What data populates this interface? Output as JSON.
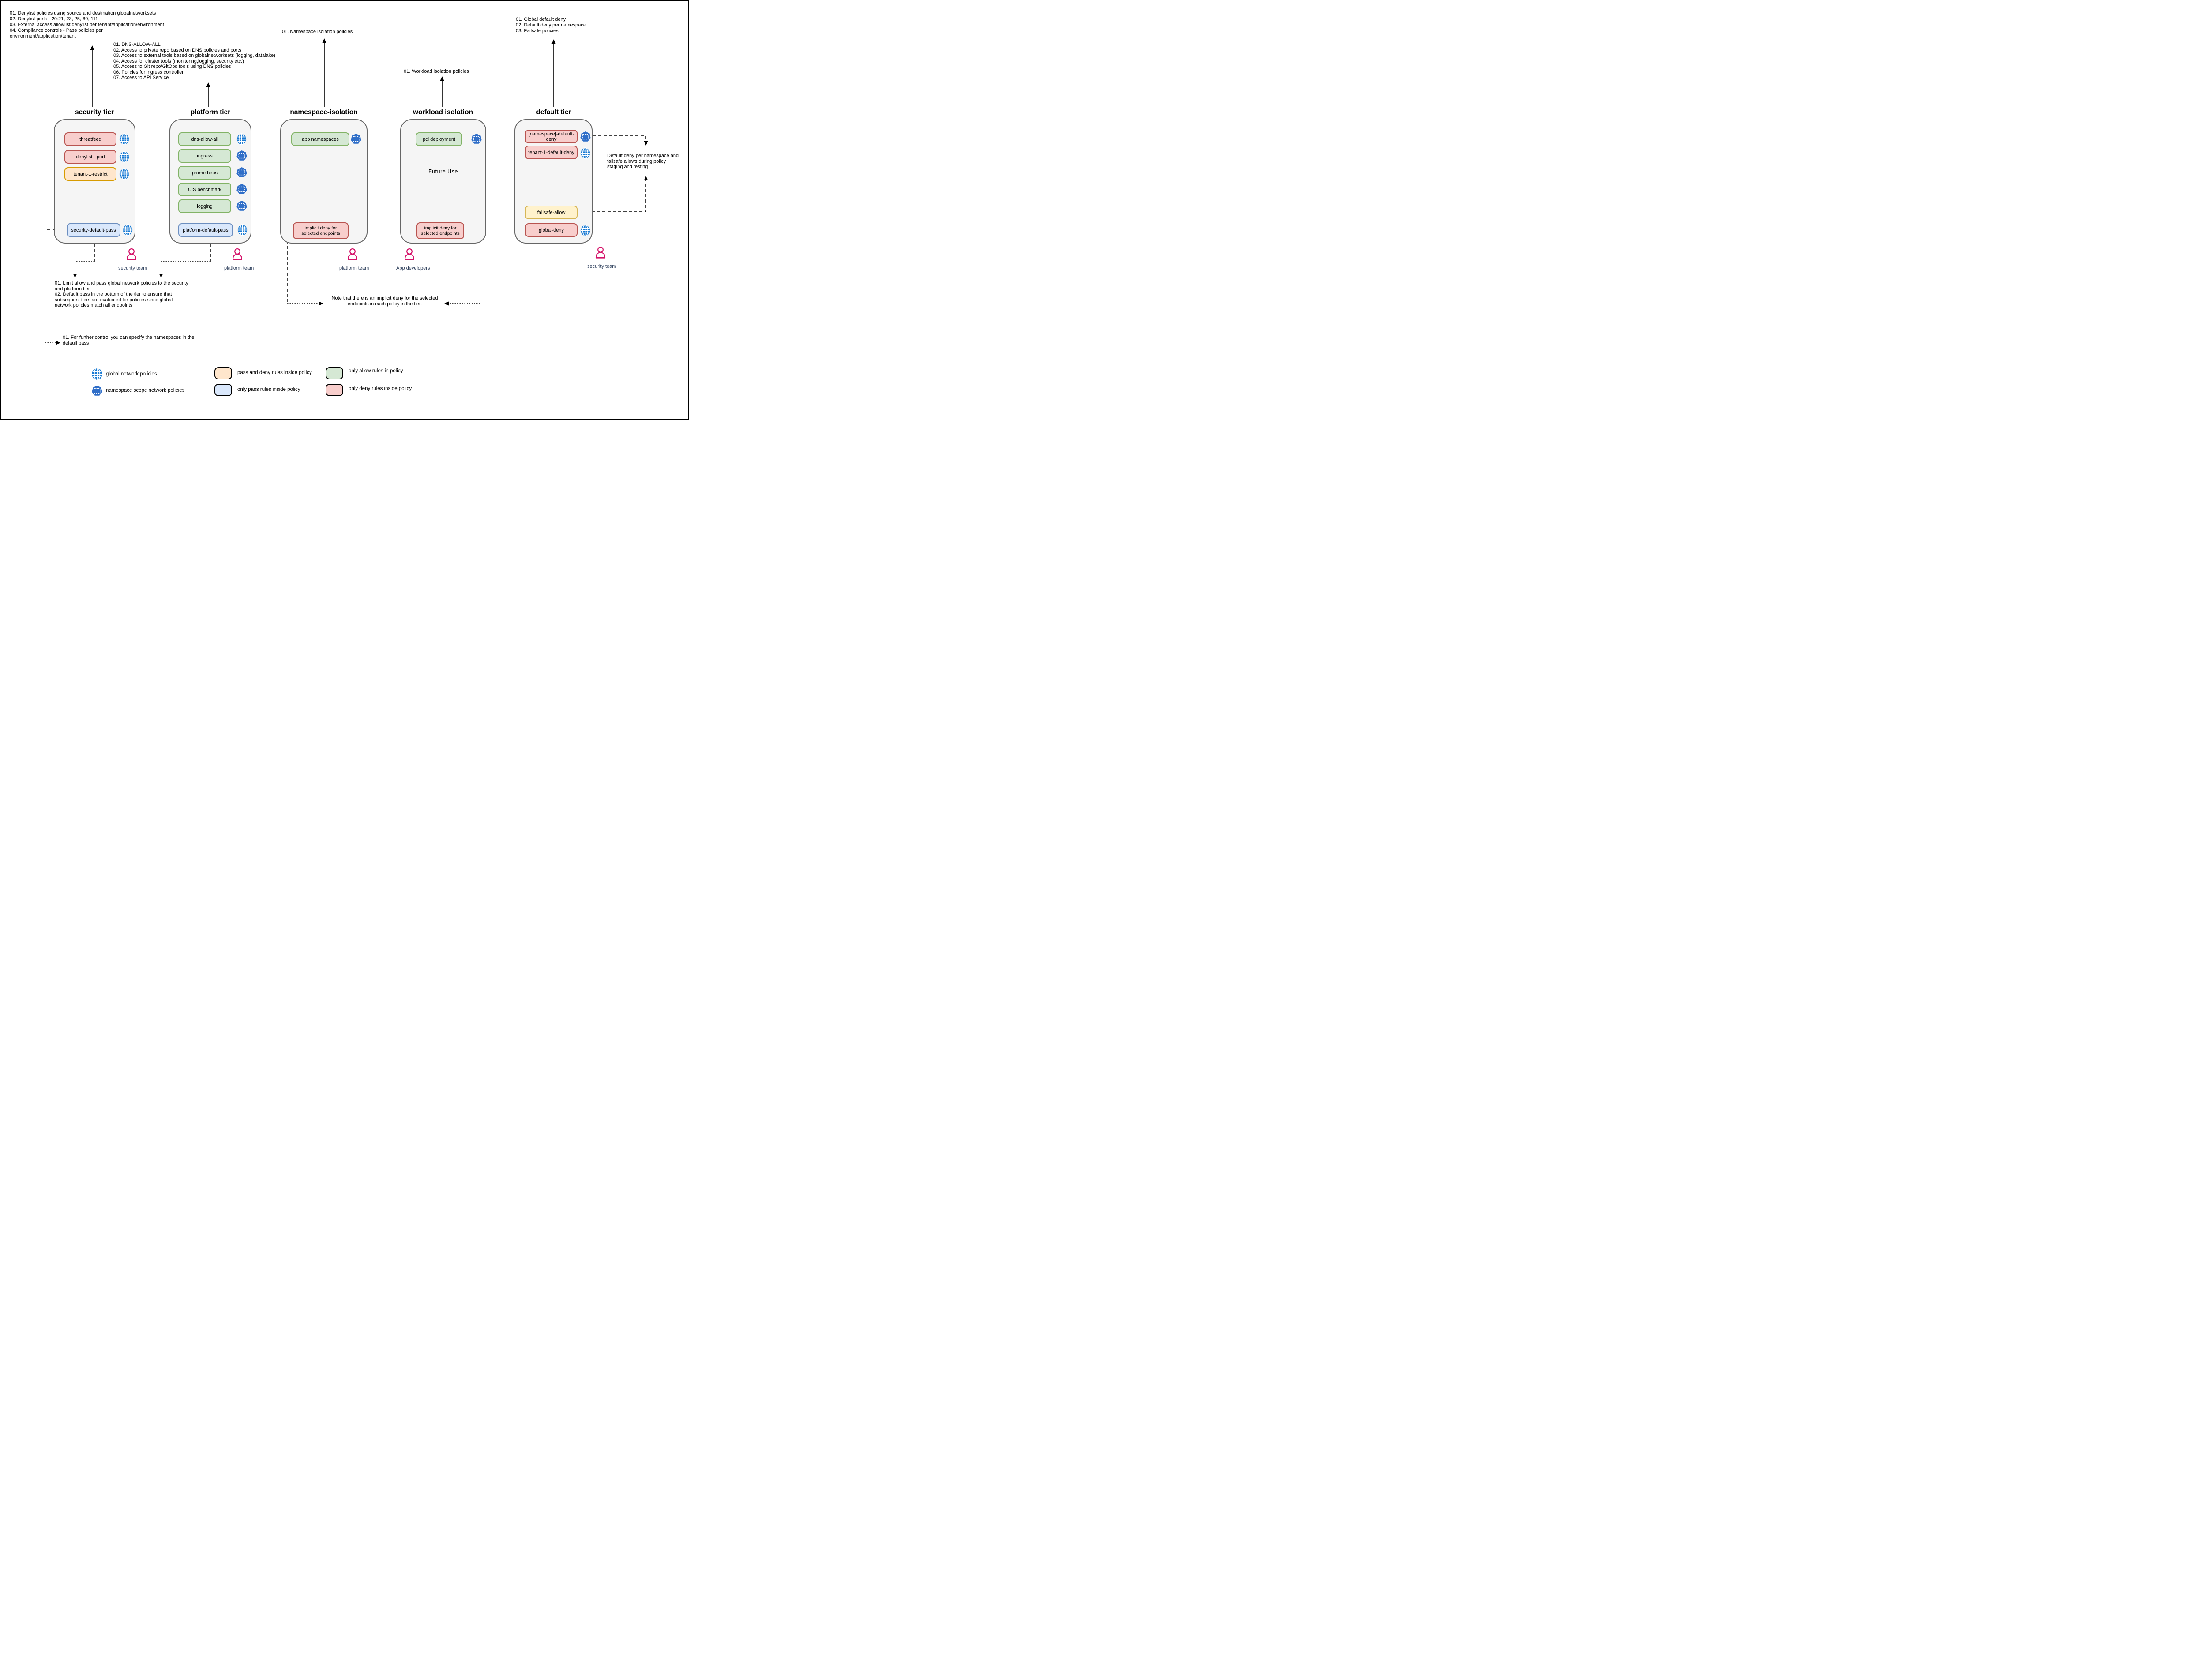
{
  "notes": {
    "security_tier_top": "01. Denylist policies using source and destination globalnetworksets\n02. Denylist ports - 20:21, 23, 25, 69, 111\n03. External access allowlist/denylist per tenant/application/environment\n04. Compliance controls - Pass policies per\nenvironment/application/tenant",
    "platform_tier_top": "01. DNS-ALLOW-ALL\n02. Access to private repo based on DNS policies and ports\n03. Access to external tools based on globalnetworksets (logging, datalake)\n04. Access for cluster tools (monitoring,logging, security etc.)\n05. Access to Git repo/GitOps tools using DNS policies\n06. Policies for ingress controller\n07. Access to API Service",
    "namespace_isolation_top": "01. Namespace isolation policies",
    "workload_isolation_top": "01. Workload isolation policies",
    "default_tier_top": "01. Global default deny\n02. Default deny per namespace\n03. Failsafe policies",
    "security_platform_bottom": "01. Limit allow and pass global network policies to the security\nand platform tier\n02. Default pass in the bottom of the tier to ensure that\nsubsequent tiers are evaluated for policies since global\nnetwork policies match all endpoints",
    "default_pass_note": "01. For further control you can specify the namespaces in the\ndefault pass",
    "implicit_deny_note": "Note that there is an implicit deny for the selected\nendpoints in each policy in the tier.",
    "default_deny_right_note": "Default deny per namespace and\nfailsafe allows during policy\nstaging and testing"
  },
  "tiers": [
    {
      "title": "security tier",
      "policies": [
        {
          "label": "threatfeed",
          "rule_type": "only deny",
          "scope": "global"
        },
        {
          "label": "denylist - port",
          "rule_type": "only deny",
          "scope": "global"
        },
        {
          "label": "tenant-1-restrict",
          "rule_type": "pass and deny",
          "scope": "global"
        },
        {
          "label": "security-default-pass",
          "rule_type": "only pass",
          "scope": "global"
        }
      ]
    },
    {
      "title": "platform tier",
      "policies": [
        {
          "label": "dns-allow-all",
          "rule_type": "only allow",
          "scope": "global"
        },
        {
          "label": "ingress",
          "rule_type": "only allow",
          "scope": "namespace"
        },
        {
          "label": "prometheus",
          "rule_type": "only allow",
          "scope": "namespace"
        },
        {
          "label": "CIS benchmark",
          "rule_type": "only allow",
          "scope": "namespace"
        },
        {
          "label": "logging",
          "rule_type": "only allow",
          "scope": "namespace"
        },
        {
          "label": "platform-default-pass",
          "rule_type": "only pass",
          "scope": "global"
        }
      ]
    },
    {
      "title": "namespace-isolation",
      "policies": [
        {
          "label": "app namespaces",
          "rule_type": "only allow",
          "scope": "namespace"
        },
        {
          "label": "implicit deny for selected endpoints",
          "rule_type": "only deny",
          "scope": null
        }
      ]
    },
    {
      "title": "workload isolation",
      "center_label": "Future Use",
      "policies": [
        {
          "label": "pci deployment",
          "rule_type": "only allow",
          "scope": "namespace"
        },
        {
          "label": "implicit deny for selected endpoints",
          "rule_type": "only deny",
          "scope": null
        }
      ]
    },
    {
      "title": "default tier",
      "policies": [
        {
          "label": "[namespace]-default-deny",
          "rule_type": "only deny",
          "scope": "namespace"
        },
        {
          "label": "tenant-1-default-deny",
          "rule_type": "only deny",
          "scope": "global"
        },
        {
          "label": "failsafe-allow",
          "rule_type": "pass and deny",
          "scope": null
        },
        {
          "label": "global-deny",
          "rule_type": "only deny",
          "scope": "global"
        }
      ]
    }
  ],
  "teams": [
    {
      "label": "security team"
    },
    {
      "label": "platform team"
    },
    {
      "label": "platform team"
    },
    {
      "label": "App developers"
    },
    {
      "label": "security team"
    }
  ],
  "legend": {
    "global_label": "global network policies",
    "namespace_label": "namespace scope network policies",
    "pass_deny_label": "pass and deny rules inside policy",
    "pass_label": "only pass rules inside policy",
    "allow_label": "only allow rules in policy",
    "deny_label": "only deny rules inside policy"
  },
  "palette": {
    "deny_fill": "#f8cecc",
    "deny_stroke": "#b85450",
    "allow_fill": "#d5e8d4",
    "allow_stroke": "#82b366",
    "pass_fill": "#dae8fc",
    "pass_stroke": "#6c8ebf",
    "pass_deny_fill": "#ffe6cc",
    "pass_deny_stroke": "#d79b00",
    "failsafe_fill": "#fff2cc",
    "failsafe_stroke": "#d6b656",
    "container_fill": "#f5f5f5",
    "container_stroke": "#666666",
    "global_icon_blue": "#1779d3",
    "namespace_icon_blue": "#2f6ec8",
    "person_pink": "#d4146a",
    "team_label_color": "#32435f"
  }
}
